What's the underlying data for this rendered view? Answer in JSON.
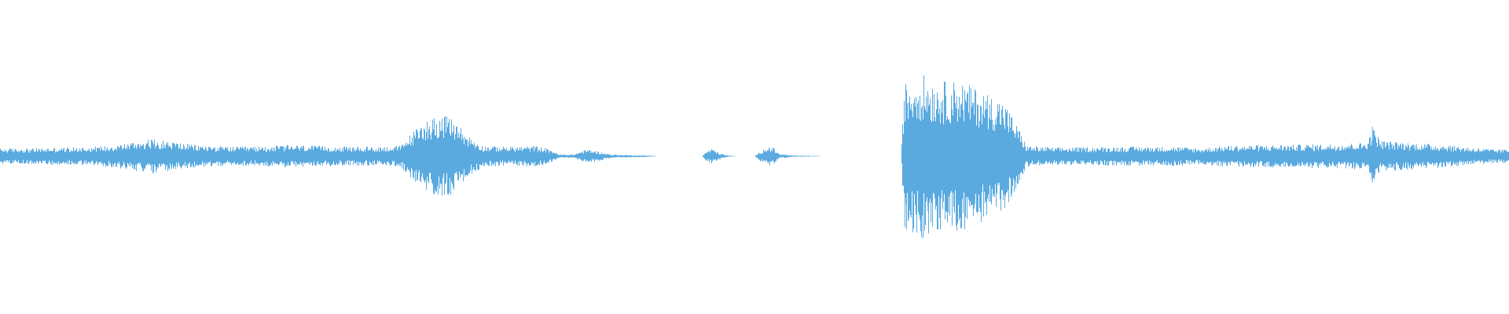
{
  "waveform": {
    "color": "#5aaae0",
    "background": "#ffffff",
    "envelope": [
      [
        0.0,
        0.045
      ],
      [
        0.02,
        0.045
      ],
      [
        0.04,
        0.05
      ],
      [
        0.06,
        0.055
      ],
      [
        0.075,
        0.065
      ],
      [
        0.09,
        0.085
      ],
      [
        0.1,
        0.1
      ],
      [
        0.11,
        0.09
      ],
      [
        0.13,
        0.065
      ],
      [
        0.15,
        0.055
      ],
      [
        0.17,
        0.055
      ],
      [
        0.19,
        0.065
      ],
      [
        0.21,
        0.06
      ],
      [
        0.23,
        0.055
      ],
      [
        0.25,
        0.055
      ],
      [
        0.265,
        0.06
      ],
      [
        0.27,
        0.11
      ],
      [
        0.28,
        0.2
      ],
      [
        0.29,
        0.24
      ],
      [
        0.3,
        0.22
      ],
      [
        0.31,
        0.12
      ],
      [
        0.32,
        0.06
      ],
      [
        0.34,
        0.055
      ],
      [
        0.355,
        0.06
      ],
      [
        0.365,
        0.04
      ],
      [
        0.37,
        0.01
      ],
      [
        0.38,
        0.01
      ],
      [
        0.385,
        0.03
      ],
      [
        0.39,
        0.04
      ],
      [
        0.395,
        0.03
      ],
      [
        0.405,
        0.01
      ],
      [
        0.425,
        0.005
      ],
      [
        0.43,
        0.004
      ],
      [
        0.436,
        0.0
      ],
      [
        0.465,
        0.0
      ],
      [
        0.468,
        0.03
      ],
      [
        0.472,
        0.045
      ],
      [
        0.476,
        0.02
      ],
      [
        0.482,
        0.004
      ],
      [
        0.488,
        0.0
      ],
      [
        0.5,
        0.0
      ],
      [
        0.503,
        0.025
      ],
      [
        0.508,
        0.055
      ],
      [
        0.512,
        0.05
      ],
      [
        0.516,
        0.015
      ],
      [
        0.525,
        0.004
      ],
      [
        0.54,
        0.002
      ],
      [
        0.545,
        0.0
      ],
      [
        0.597,
        0.0
      ],
      [
        0.599,
        0.42
      ],
      [
        0.61,
        0.48
      ],
      [
        0.62,
        0.43
      ],
      [
        0.635,
        0.44
      ],
      [
        0.65,
        0.38
      ],
      [
        0.665,
        0.32
      ],
      [
        0.675,
        0.16
      ],
      [
        0.68,
        0.06
      ],
      [
        0.7,
        0.05
      ],
      [
        0.74,
        0.055
      ],
      [
        0.78,
        0.055
      ],
      [
        0.795,
        0.045
      ],
      [
        0.81,
        0.06
      ],
      [
        0.84,
        0.065
      ],
      [
        0.88,
        0.07
      ],
      [
        0.905,
        0.08
      ],
      [
        0.91,
        0.16
      ],
      [
        0.915,
        0.09
      ],
      [
        0.94,
        0.075
      ],
      [
        0.96,
        0.065
      ],
      [
        0.975,
        0.05
      ],
      [
        0.99,
        0.04
      ],
      [
        1.0,
        0.04
      ]
    ],
    "spikes": [
      [
        0.2915,
        0.25
      ],
      [
        0.2975,
        0.22
      ],
      [
        0.6005,
        0.4
      ],
      [
        0.615,
        0.46
      ],
      [
        0.634,
        0.45
      ],
      [
        0.646,
        0.4
      ],
      [
        0.9095,
        0.22
      ],
      [
        0.513,
        0.06
      ]
    ]
  }
}
